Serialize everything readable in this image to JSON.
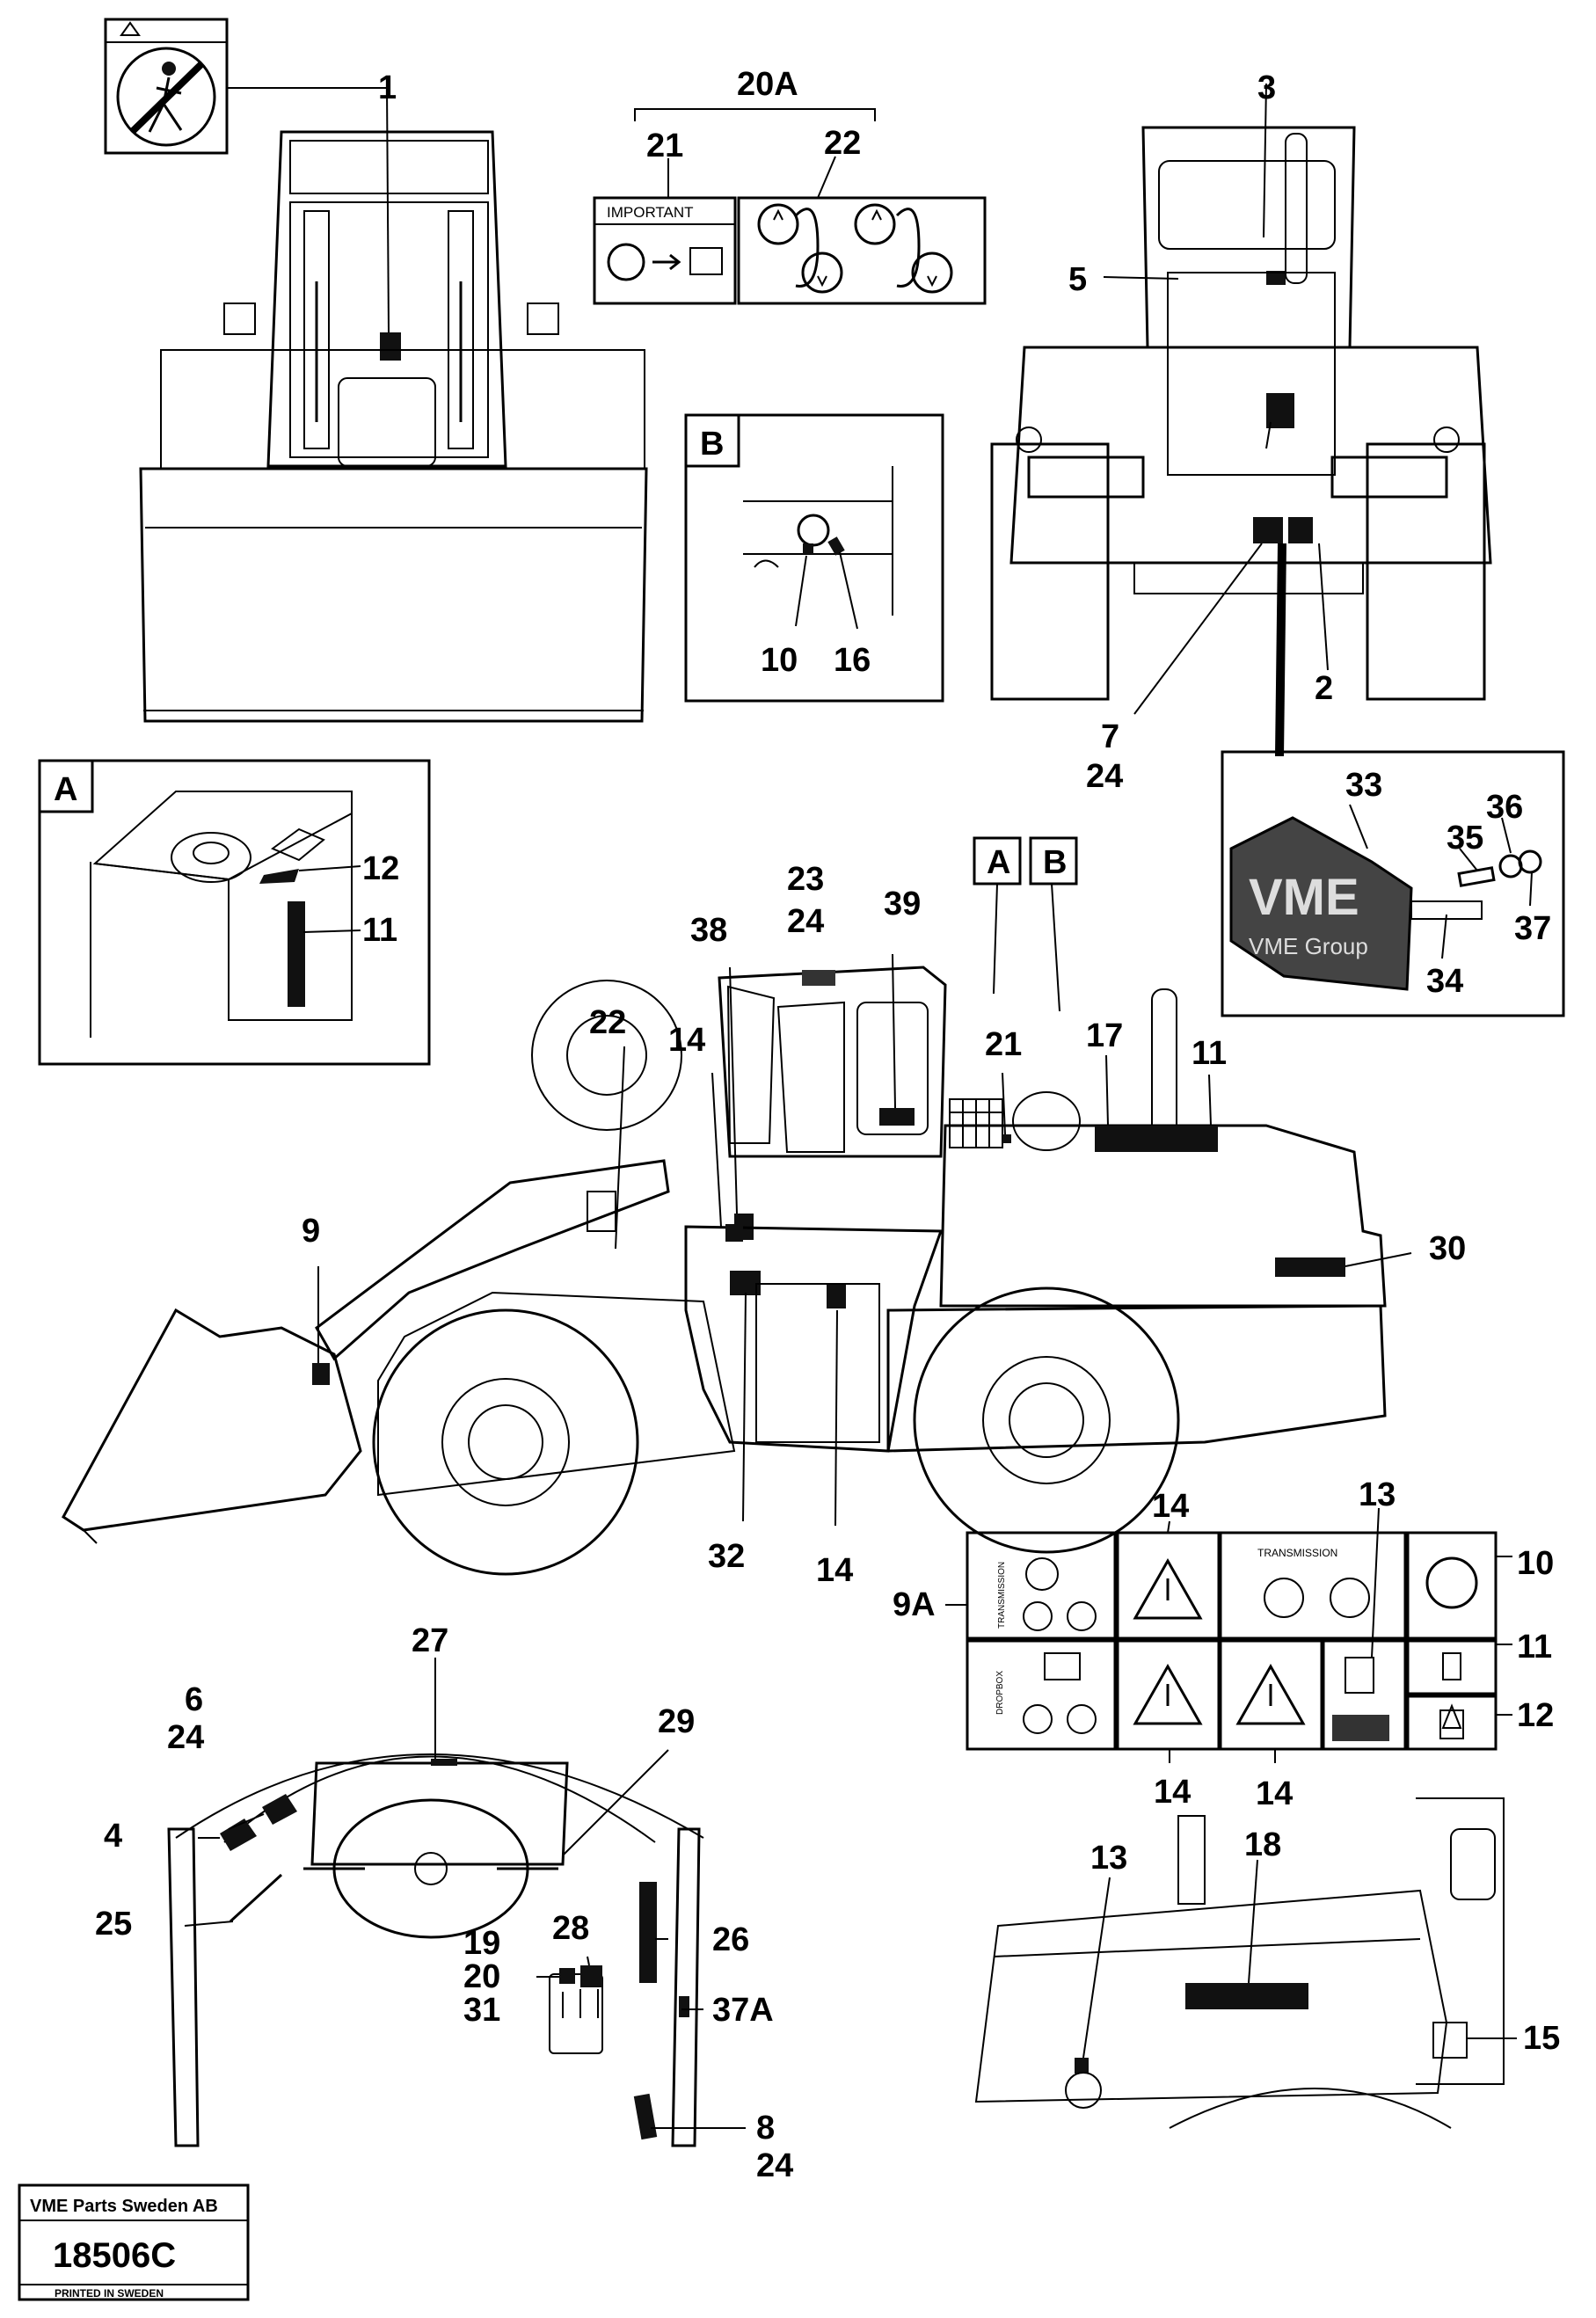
{
  "callouts": {
    "c1": "1",
    "c2": "2",
    "c3": "3",
    "c4": "4",
    "c5": "5",
    "c6": "6",
    "c7": "7",
    "c8": "8",
    "c9": "9",
    "c9a": "9A",
    "c10": "10",
    "c10b": "10",
    "c11": "11",
    "c11b": "11",
    "c11c": "11",
    "c12": "12",
    "c12b": "12",
    "c13": "13",
    "c13b": "13",
    "c14a": "14",
    "c14b": "14",
    "c14c": "14",
    "c14d": "14",
    "c14e": "14",
    "c15": "15",
    "c16": "16",
    "c17": "17",
    "c18": "18",
    "c19": "19",
    "c20": "20",
    "c20a": "20A",
    "c21": "21",
    "c21b": "21",
    "c22": "22",
    "c22b": "22",
    "c23": "23",
    "c24a": "24",
    "c24b": "24",
    "c24c": "24",
    "c24d": "24",
    "c25": "25",
    "c26": "26",
    "c27": "27",
    "c28": "28",
    "c29": "29",
    "c30": "30",
    "c31": "31",
    "c32": "32",
    "c33": "33",
    "c34": "34",
    "c35": "35",
    "c36": "36",
    "c37": "37",
    "c37a": "37A",
    "c38": "38",
    "c39": "39"
  },
  "detail_labels": {
    "a": "A",
    "b": "B",
    "a2": "A",
    "b2": "B"
  },
  "decal_text": {
    "important": "IMPORTANT",
    "transmission_vertical": "TRANSMISSION",
    "dropbox": "DROPBOX",
    "transmission": "TRANSMISSION"
  },
  "plate_logo": {
    "brand": "VME",
    "group": "VME Group"
  },
  "footer": {
    "company": "VME Parts Sweden AB",
    "number": "18506C",
    "printed": "PRINTED IN SWEDEN"
  }
}
